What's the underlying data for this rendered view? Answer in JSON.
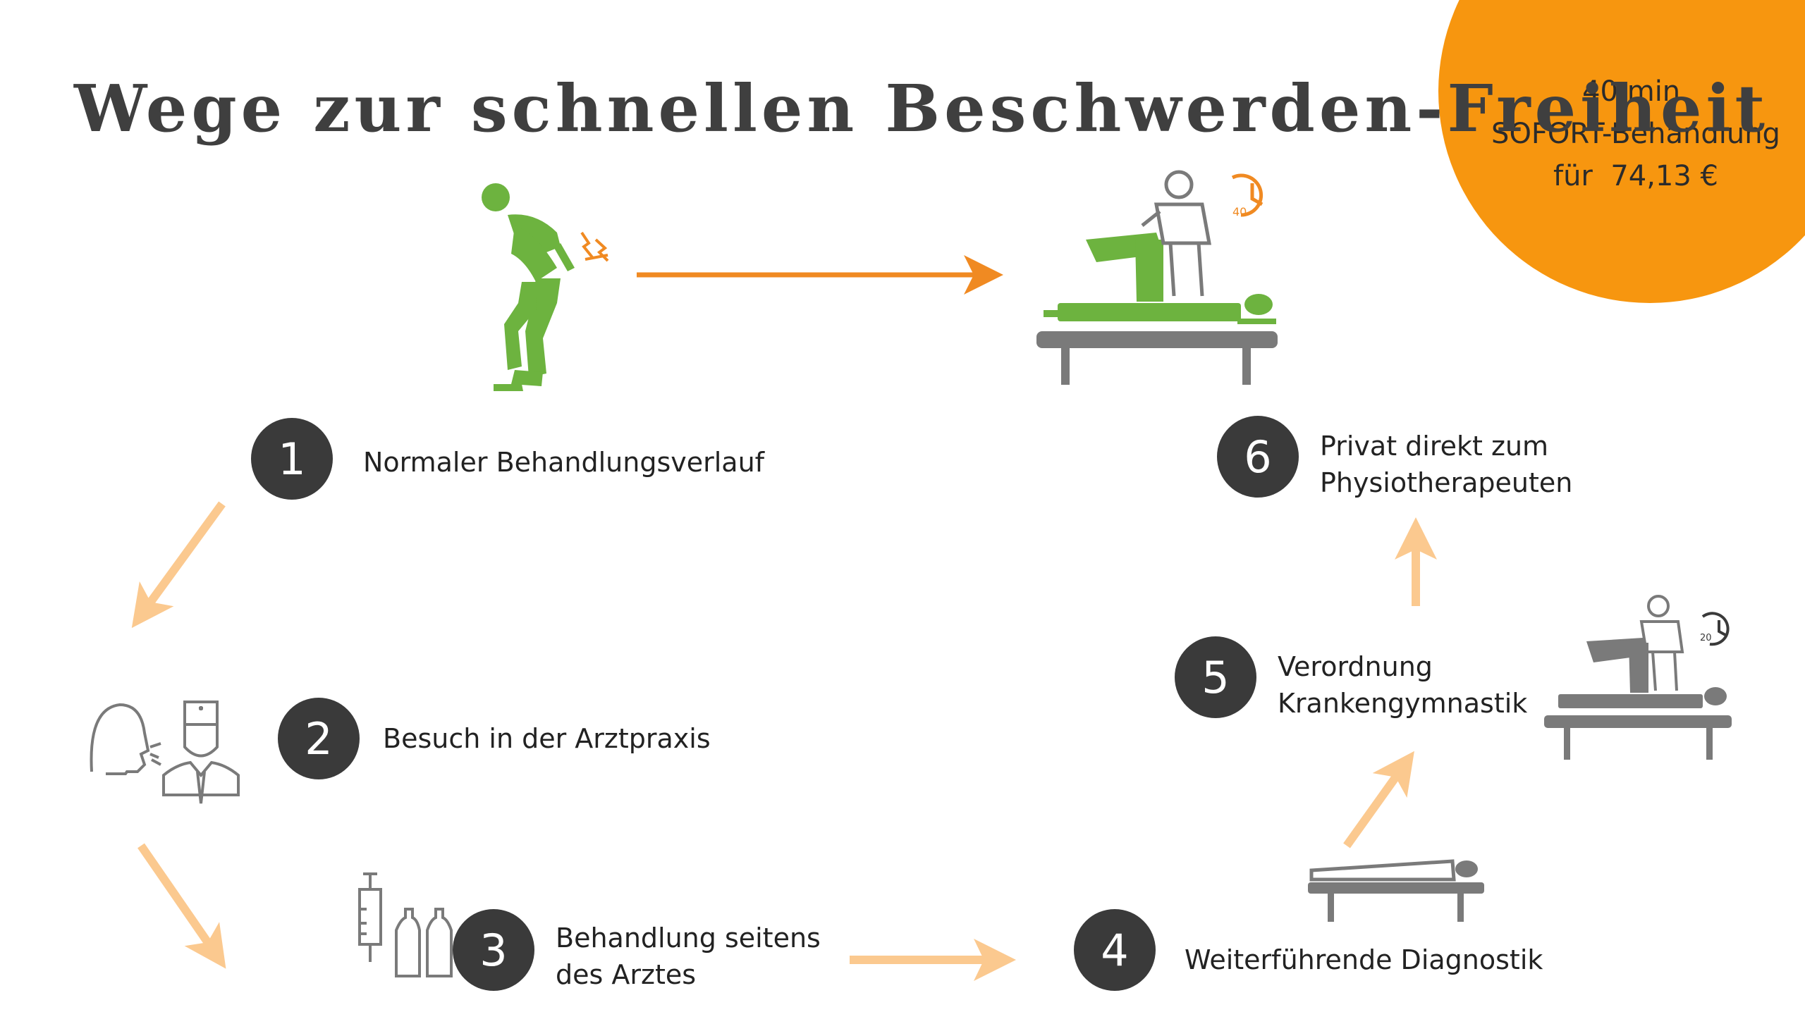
{
  "title": "Wege zur schnellen Beschwerden-Freiheit",
  "offer": {
    "line1": "40 min.",
    "line2": "SOFORT-Behandlung",
    "line3_prefix": "für",
    "price": "74,13 €"
  },
  "steps": [
    {
      "number": "1",
      "label_line1": "Normaler Behandlungsverlauf",
      "label_line2": ""
    },
    {
      "number": "2",
      "label_line1": "Besuch in der Arztpraxis",
      "label_line2": ""
    },
    {
      "number": "3",
      "label_line1": "Behandlung seitens",
      "label_line2": "des Arztes"
    },
    {
      "number": "4",
      "label_line1": "Weiterführende Diagnostik",
      "label_line2": ""
    },
    {
      "number": "5",
      "label_line1": "Verordnung",
      "label_line2": "Krankengymnastik"
    },
    {
      "number": "6",
      "label_line1": "Privat direkt zum",
      "label_line2": "Physiotherapeuten"
    }
  ],
  "timers": {
    "large": "40",
    "small": "20"
  },
  "colors": {
    "accent_orange": "#f7960f",
    "arrow_orange": "#f08a22",
    "arrow_light": "#fbc98f",
    "figure_green": "#6db33f",
    "icon_gray": "#7a7a7a",
    "circle_dark": "#3a3a3a"
  }
}
